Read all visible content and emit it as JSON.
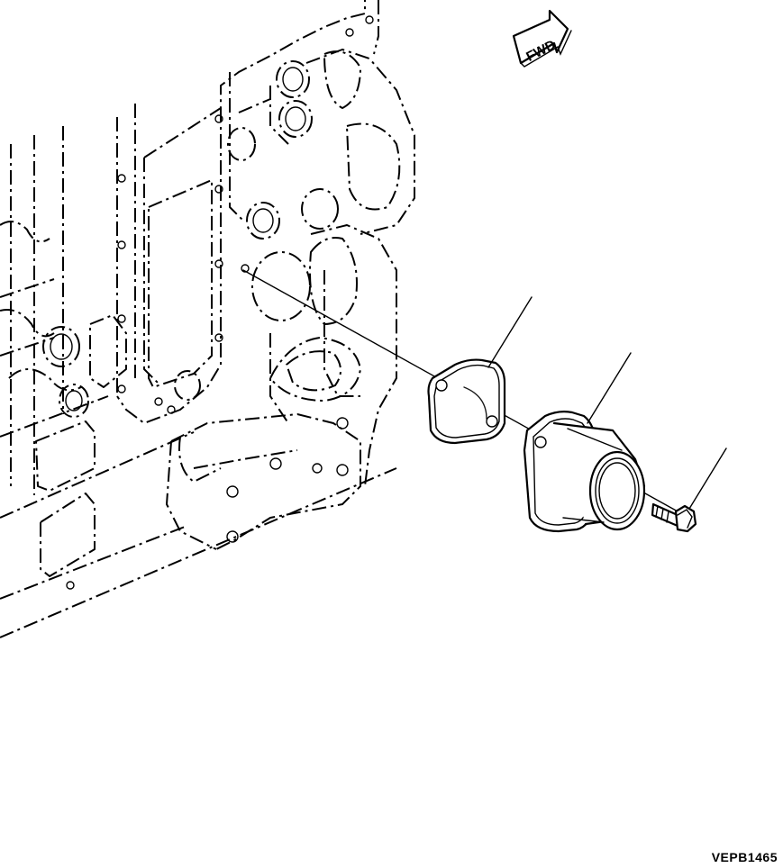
{
  "diagram": {
    "reference_code": "VEPB1465",
    "direction_label": "FWD",
    "parts": [
      {
        "name": "gasket"
      },
      {
        "name": "water-outlet-connector"
      },
      {
        "name": "flange-bolt"
      }
    ]
  }
}
